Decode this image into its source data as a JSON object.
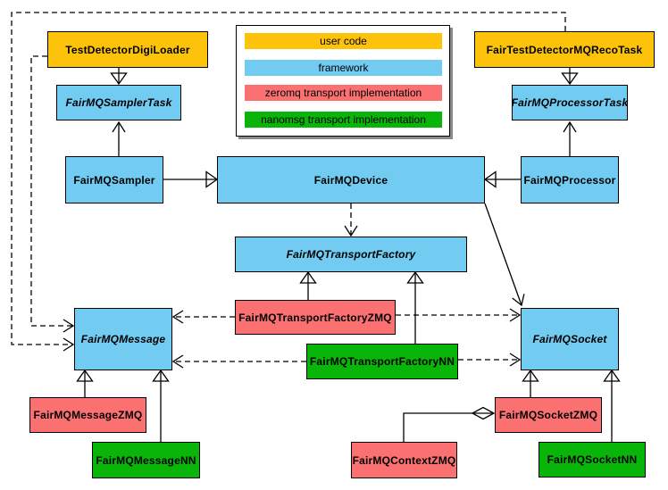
{
  "colors": {
    "user_code": "#fdc30b",
    "framework": "#72cbf1",
    "zeromq": "#fb7071",
    "nanomsg": "#09b509",
    "line": "#000000",
    "background": "#ffffff"
  },
  "legend": {
    "items": [
      {
        "label": "user code",
        "category": "user_code"
      },
      {
        "label": "framework",
        "category": "framework"
      },
      {
        "label": "zeromq transport implementation",
        "category": "zeromq"
      },
      {
        "label": "nanomsg transport implementation",
        "category": "nanomsg"
      }
    ]
  },
  "classes": {
    "loader": {
      "label": "TestDetectorDigiLoader",
      "category": "user_code",
      "abstract": false
    },
    "recotask": {
      "label": "FairTestDetectorMQRecoTask",
      "category": "user_code",
      "abstract": false
    },
    "samplertask": {
      "label": "FairMQSamplerTask",
      "category": "framework",
      "abstract": true
    },
    "processortask": {
      "label": "FairMQProcessorTask",
      "category": "framework",
      "abstract": true
    },
    "sampler": {
      "label": "FairMQSampler",
      "category": "framework",
      "abstract": false
    },
    "device": {
      "label": "FairMQDevice",
      "category": "framework",
      "abstract": false
    },
    "processor": {
      "label": "FairMQProcessor",
      "category": "framework",
      "abstract": false
    },
    "transportfactory": {
      "label": "FairMQTransportFactory",
      "category": "framework",
      "abstract": true
    },
    "transportfactoryzmq": {
      "label": "FairMQTransportFactoryZMQ",
      "category": "zeromq",
      "abstract": false
    },
    "transportfactorynn": {
      "label": "FairMQTransportFactoryNN",
      "category": "nanomsg",
      "abstract": false
    },
    "message": {
      "label": "FairMQMessage",
      "category": "framework",
      "abstract": true
    },
    "socket": {
      "label": "FairMQSocket",
      "category": "framework",
      "abstract": true
    },
    "messagezmq": {
      "label": "FairMQMessageZMQ",
      "category": "zeromq",
      "abstract": false
    },
    "messagenn": {
      "label": "FairMQMessageNN",
      "category": "nanomsg",
      "abstract": false
    },
    "contextzmq": {
      "label": "FairMQContextZMQ",
      "category": "zeromq",
      "abstract": false
    },
    "socketzmq": {
      "label": "FairMQSocketZMQ",
      "category": "zeromq",
      "abstract": false
    },
    "socketnn": {
      "label": "FairMQSocketNN",
      "category": "nanomsg",
      "abstract": false
    }
  }
}
